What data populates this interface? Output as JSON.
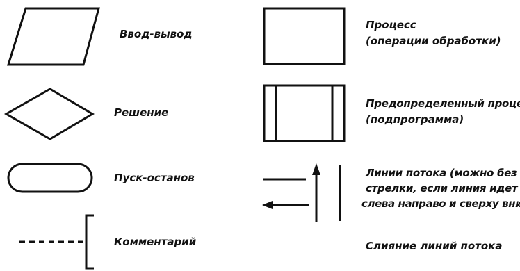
{
  "legend": {
    "input_output": "Ввод-вывод",
    "decision": "Решение",
    "start_stop": "Пуск-останов",
    "comment": "Комментарий",
    "process": {
      "line1": "Процесс",
      "line2": "(операции обработки)"
    },
    "predefined_process": {
      "line1": "Предопределенный процесс",
      "line2": "(подпрограмма)"
    },
    "flow_lines": {
      "line1": "Линии потока (можно без",
      "line2": "стрелки, если линия идет",
      "line3": "слева направо и сверху вниз)"
    },
    "flow_merge": "Слияние линий потока"
  },
  "colors": {
    "ink": "#111111",
    "background": "#ffffff"
  }
}
